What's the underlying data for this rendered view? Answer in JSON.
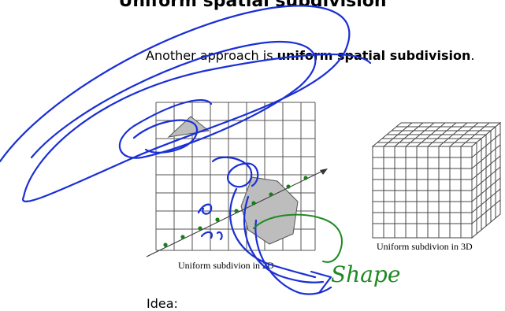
{
  "slide": {
    "title": "Uniform spatial subdivision",
    "intro_prefix": "Another approach is ",
    "intro_bold": "uniform spatial subdivision",
    "intro_suffix": ".",
    "idea_label": "Idea:"
  },
  "figures": {
    "grid2d_caption": "Uniform subdivion in 2D",
    "grid3d_caption": "Uniform subdivion in 3D"
  },
  "annotations": {
    "handwritten_word": "Shape",
    "ink_blue": "#1a2fd6",
    "ink_green": "#1e8a22"
  },
  "colors": {
    "grid_line": "#555555",
    "shape_fill": "#bdbdbd",
    "ray_points": "#1a7d1a"
  }
}
